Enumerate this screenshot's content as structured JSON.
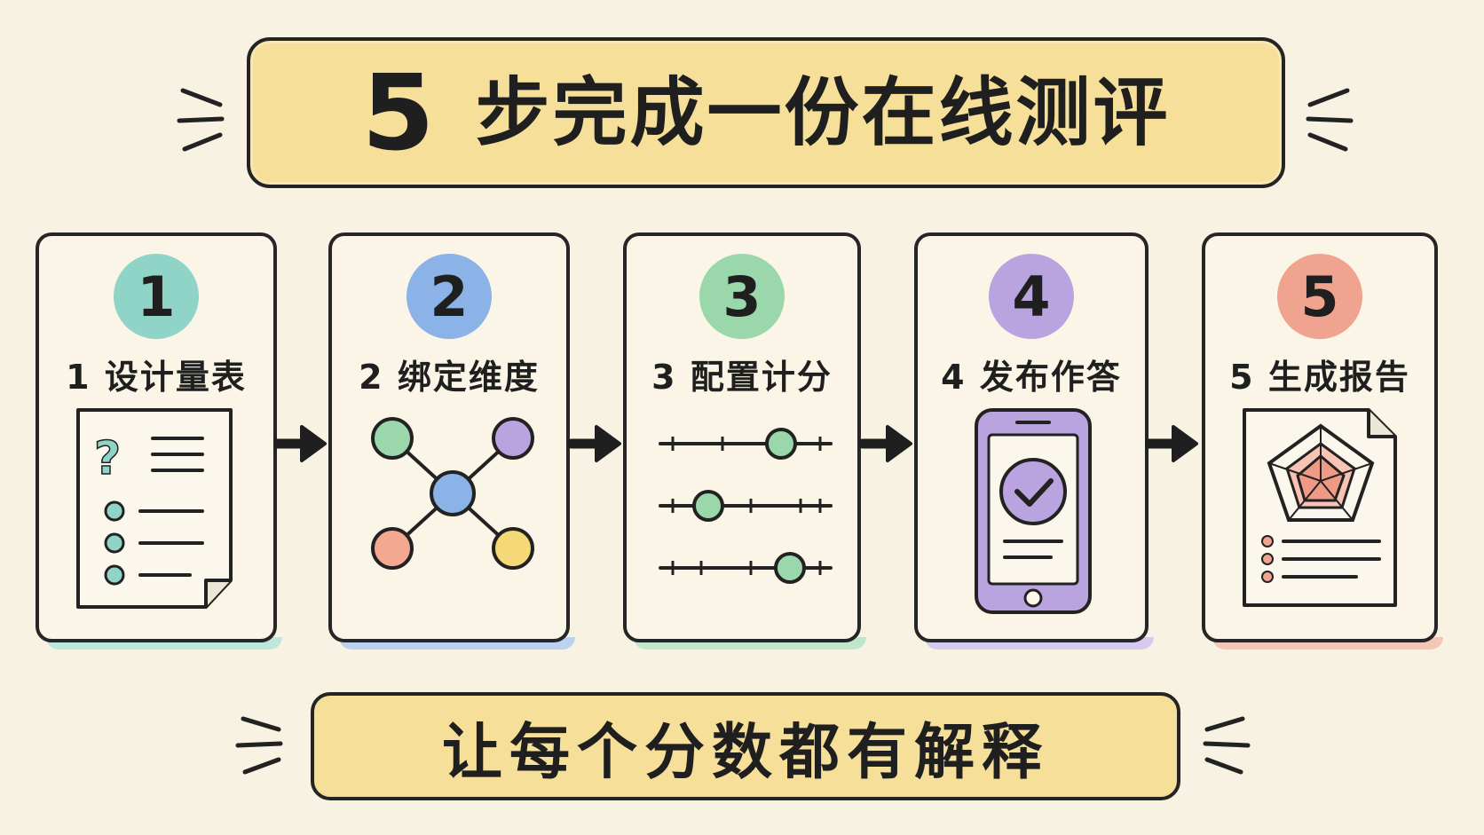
{
  "title": {
    "number": "5",
    "text": "步完成一份在线测评"
  },
  "steps": [
    {
      "number": "1",
      "label": "1 设计量表",
      "color": "#8fd4c7",
      "icon": "questionnaire-document-icon"
    },
    {
      "number": "2",
      "label": "2 绑定维度",
      "color": "#8bb3e8",
      "icon": "dimension-network-icon"
    },
    {
      "number": "3",
      "label": "3 配置计分",
      "color": "#9ad8ac",
      "icon": "scoring-sliders-icon"
    },
    {
      "number": "4",
      "label": "4 发布作答",
      "color": "#b9a4e0",
      "icon": "mobile-checkmark-icon"
    },
    {
      "number": "5",
      "label": "5 生成报告",
      "color": "#f0a38f",
      "icon": "radar-report-icon"
    }
  ],
  "slogan": "让每个分数都有解释",
  "colors": {
    "banner": "#f6df98",
    "background": "#f8f2e2",
    "outline": "#242424",
    "yellow_node": "#f5d977",
    "coral_node": "#f3a98f"
  }
}
